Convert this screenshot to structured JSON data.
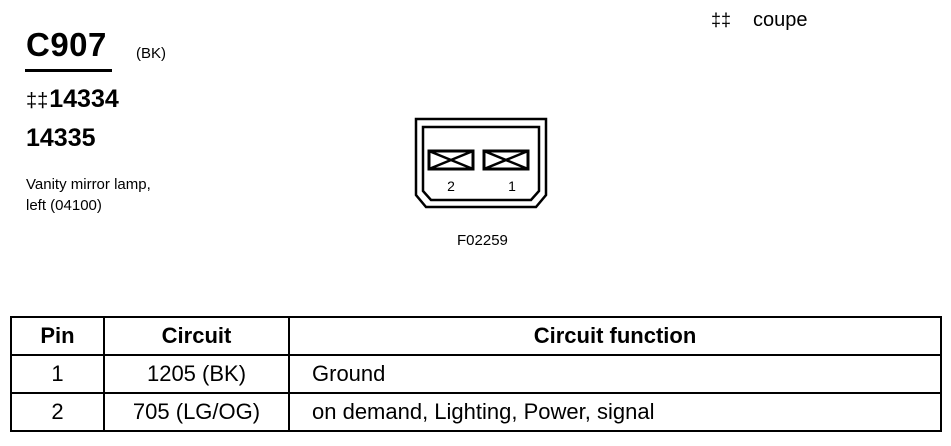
{
  "connector": {
    "id": "C907",
    "color": "(BK)",
    "dagger_symbol": "‡‡",
    "part_numbers": [
      "14334",
      "14335"
    ],
    "description_lines": [
      "Vanity mirror lamp,",
      "left (04100)"
    ]
  },
  "variant": {
    "symbol": "‡‡",
    "label": "coupe"
  },
  "figure": {
    "id": "F02259",
    "pin_labels": [
      "2",
      "1"
    ]
  },
  "table": {
    "headers": [
      "Pin",
      "Circuit",
      "Circuit function"
    ],
    "rows": [
      {
        "pin": "1",
        "circuit": "1205 (BK)",
        "function": "Ground"
      },
      {
        "pin": "2",
        "circuit": "705 (LG/OG)",
        "function": "on demand, Lighting, Power, signal"
      }
    ]
  }
}
